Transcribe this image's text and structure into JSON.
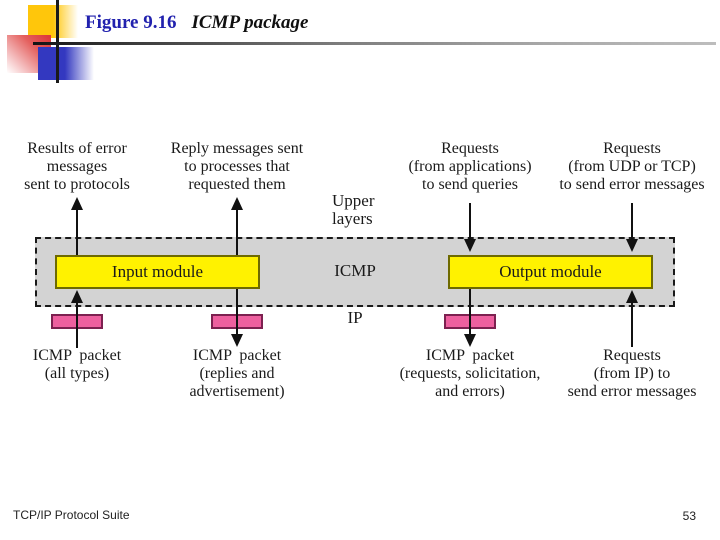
{
  "header": {
    "figure_label": "Figure 9.16",
    "figure_title": "ICMP package"
  },
  "diagram": {
    "upper_layers_lines": [
      "Upper",
      "layers"
    ],
    "icmp_label": "ICMP",
    "ip_label": "IP",
    "input_module_label": "Input module",
    "output_module_label": "Output module",
    "columns": [
      {
        "top_lines": [
          "Results of error",
          "messages",
          "sent to protocols"
        ],
        "bottom_lines": [
          "ICMP  packet",
          "(all types)"
        ],
        "top_arrow_direction": "up",
        "bottom_arrow_direction": "up",
        "has_packet_box": true
      },
      {
        "top_lines": [
          "Reply messages sent",
          "to processes that",
          "requested them"
        ],
        "bottom_lines": [
          "ICMP  packet",
          "(replies and",
          "advertisement)"
        ],
        "top_arrow_direction": "up",
        "bottom_arrow_direction": "down",
        "has_packet_box": true
      },
      {
        "top_lines": [
          "Requests",
          "(from applications)",
          "to send queries"
        ],
        "bottom_lines": [
          "ICMP  packet",
          "(requests, solicitation,",
          "and errors)"
        ],
        "top_arrow_direction": "down",
        "bottom_arrow_direction": "down",
        "has_packet_box": true
      },
      {
        "top_lines": [
          "Requests",
          "(from UDP or TCP)",
          "to send error messages"
        ],
        "bottom_lines": [
          "Requests",
          "(from IP) to",
          "send error messages"
        ],
        "top_arrow_direction": "down",
        "bottom_arrow_direction": "up",
        "has_packet_box": false
      }
    ]
  },
  "footer": {
    "book_title": "TCP/IP Protocol Suite",
    "page_number": "53"
  },
  "colors": {
    "module_fill": "#FFF200",
    "module_border": "#6E6A00",
    "packet_fill": "#EE609F",
    "packet_border": "#7D2150",
    "layer_band_fill": "#D3D3D3",
    "figure_label_blue": "#2121AE",
    "logo_yellow": "#FFC60B",
    "logo_red": "#DD3A3C",
    "logo_blue": "#3338C0"
  }
}
